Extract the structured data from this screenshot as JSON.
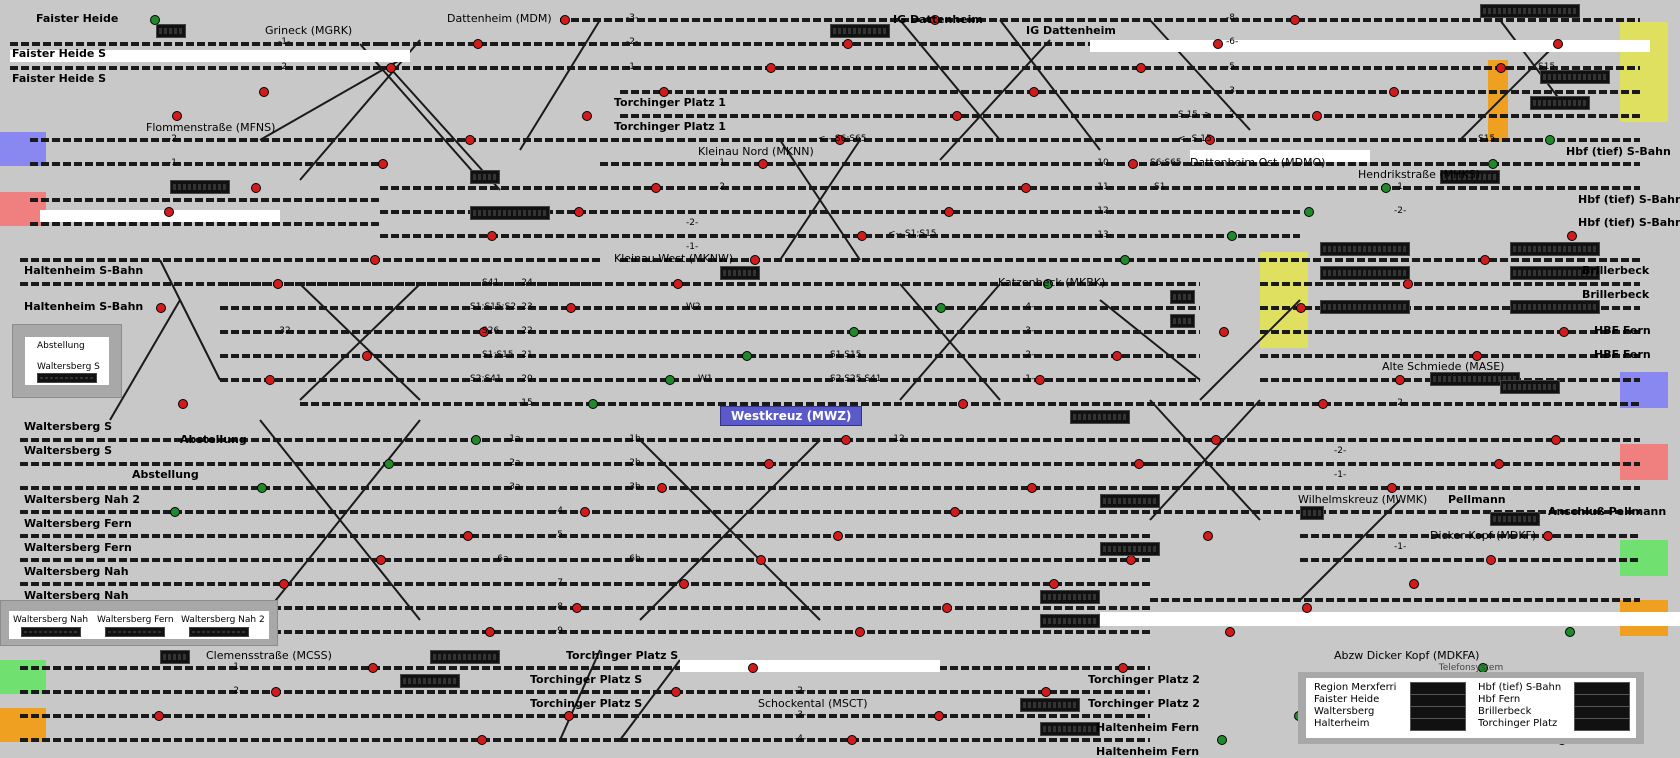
{
  "stations": {
    "faister_heide": "Faister Heide",
    "faister_heide_s1": "Faister Heide S",
    "faister_heide_s2": "Faister Heide S",
    "grineck": "Grineck (MGRK)",
    "dattenheim": "Dattenheim (MDM)",
    "ig_dattenheim_1": "IG Dattenheim",
    "ig_dattenheim_2": "IG Dattenheim",
    "torchinger_platz_1a": "Torchinger Platz 1",
    "torchinger_platz_1b": "Torchinger Platz 1",
    "flommenstrasse": "Flommenstraße (MFNS)",
    "kleinau_nord": "Kleinau Nord (MKNN)",
    "kleinau_west": "Kleinau West (MKNW)",
    "dattenheim_ost": "Dattenheim Ost (MDMO)",
    "hendrikstrasse": "Hendrikstraße (MHKS)",
    "hbf_tief_1": "Hbf (tief) S-Bahn",
    "hbf_tief_2": "Hbf (tief) S-Bahn",
    "hbf_tief_3": "Hbf (tief) S-Bahn",
    "haltenheim_sbahn_1": "Haltenheim S-Bahn",
    "haltenheim_sbahn_2": "Haltenheim S-Bahn",
    "katzenbeck": "Katzenbeck (MKBK)",
    "brillerbeck_1": "Brillerbeck",
    "brillerbeck_2": "Brillerbeck",
    "hbf_fern_1": "HBF Fern",
    "hbf_fern_2": "HBF Fern",
    "alte_schmiede": "Alte Schmiede (MASE)",
    "waltersberg_s_1": "Waltersberg S",
    "waltersberg_s_2": "Waltersberg S",
    "abstellung_1": "Abstellung",
    "abstellung_2": "Abstellung",
    "westkreuz": "Westkreuz (MWZ)",
    "waltersberg_nah2": "Waltersberg Nah 2",
    "waltersberg_fern_1": "Waltersberg Fern",
    "waltersberg_fern_2": "Waltersberg Fern",
    "waltersberg_nah_1": "Waltersberg Nah",
    "waltersberg_nah_2": "Waltersberg Nah",
    "wilhelmskreuz": "Wilhelmskreuz (MWMK)",
    "pellmann": "Pellmann",
    "anschluss_pellmann": "Anschluß Pellmann",
    "dicker_kopf": "Dicker Kopf (MDKF)",
    "clemensstrasse": "Clemensstraße (MCSS)",
    "torchinger_platz_s_1": "Torchinger Platz S",
    "torchinger_platz_s_2": "Torchinger Platz S",
    "torchinger_platz_s_3": "Torchinger Platz S",
    "schockental": "Schockental (MSCT)",
    "torchinger_platz_2a": "Torchinger Platz 2",
    "torchinger_platz_2b": "Torchinger Platz 2",
    "haltenheim_fern_1": "Haltenheim Fern",
    "haltenheim_fern_2": "Haltenheim Fern",
    "abzw_dicker_kopf": "Abzw Dicker Kopf (MDKFA)"
  },
  "route_labels": {
    "s6s65_a": "<-- S6;S65",
    "s6s65_b": "S6;S65",
    "s1s15_a": "<-- S1;S15",
    "s15_a": "<- S 15",
    "s15_b": "<- S 15",
    "s15_c": "S 15 ->",
    "s15_d": "S15",
    "s15_e": "S15",
    "s41": "S41",
    "s1s15s2": "S1;S15;S2",
    "s26": "S26",
    "s1s15": "S1;S15",
    "s2s41": "S2;S41",
    "w2": "W2",
    "w1": "W1",
    "s1s15_b": "S1  S15",
    "s2s25s41": "S2  S25  S41",
    "s1_c": "S1"
  },
  "track_numbers": {
    "t1a": "-1-",
    "t2a": "-2-",
    "t3a": "-3-",
    "t4a": "-4-",
    "t5a": "-5-",
    "t6a": "-6-",
    "t7a": "-7-",
    "t8a": "-8-",
    "t9a": "-9-",
    "t10": "-10-",
    "t11": "-11-",
    "t12": "-12-",
    "t13": "-13-",
    "t15": "-15-",
    "t20": "-20-",
    "t21": "-21-",
    "t22": "-22-",
    "t23": "-23-",
    "t24": "-24-",
    "t32": "-32-",
    "t1a_x": "-1a-",
    "t2a_x": "-2a-",
    "t3a_x": "-3a-",
    "t6a_x": "-6a-",
    "t1b": "-1b-",
    "t2b": "-2b-",
    "t3b": "-3b-",
    "t6b": "-6b-"
  },
  "legend_panel": {
    "abstellung": "Abstellung",
    "waltersberg_s": "Waltersberg S"
  },
  "bottom_panel": {
    "nah": "Waltersberg Nah",
    "fern": "Waltersberg Fern",
    "nah2": "Waltersberg Nah 2"
  },
  "telephone": {
    "title": "Telefonsystem",
    "left": [
      "Region Merxferri",
      "Faister Heide",
      "Waltersberg",
      "Halterheim"
    ],
    "right": [
      "Hbf (tief) S-Bahn",
      "Hbf Fern",
      "Brillerbeck",
      "Torchinger Platz"
    ]
  },
  "colors": {
    "background": "#c8c8c8",
    "track": "#1a1a1a",
    "signal_red": "#d21c1c",
    "signal_green": "#1f8a2a",
    "zone_blue": "#8888f0",
    "zone_red": "#f08080",
    "zone_yellow": "#e0e060",
    "zone_green": "#70e070",
    "zone_orange": "#f0a020",
    "badge": "#5a5ac8"
  }
}
